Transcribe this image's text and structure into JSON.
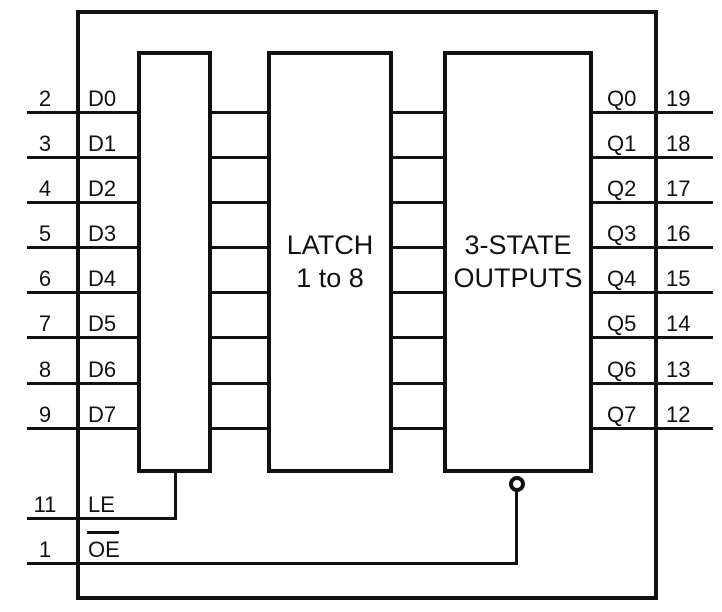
{
  "colors": {
    "line": "#111111",
    "background": "#ffffff"
  },
  "blocks": {
    "latch": {
      "line1": "LATCH",
      "line2": "1 to 8"
    },
    "three_state": {
      "line1": "3-STATE",
      "line2": "OUTPUTS"
    }
  },
  "inputs": [
    {
      "pin": "2",
      "label": "D0"
    },
    {
      "pin": "3",
      "label": "D1"
    },
    {
      "pin": "4",
      "label": "D2"
    },
    {
      "pin": "5",
      "label": "D3"
    },
    {
      "pin": "6",
      "label": "D4"
    },
    {
      "pin": "7",
      "label": "D5"
    },
    {
      "pin": "8",
      "label": "D6"
    },
    {
      "pin": "9",
      "label": "D7"
    }
  ],
  "outputs": [
    {
      "pin": "19",
      "label": "Q0"
    },
    {
      "pin": "18",
      "label": "Q1"
    },
    {
      "pin": "17",
      "label": "Q2"
    },
    {
      "pin": "16",
      "label": "Q3"
    },
    {
      "pin": "15",
      "label": "Q4"
    },
    {
      "pin": "14",
      "label": "Q5"
    },
    {
      "pin": "13",
      "label": "Q6"
    },
    {
      "pin": "12",
      "label": "Q7"
    }
  ],
  "controls": {
    "le": {
      "pin": "11",
      "label": "LE"
    },
    "oe": {
      "pin": "1",
      "label": "OE",
      "overline": true
    }
  }
}
